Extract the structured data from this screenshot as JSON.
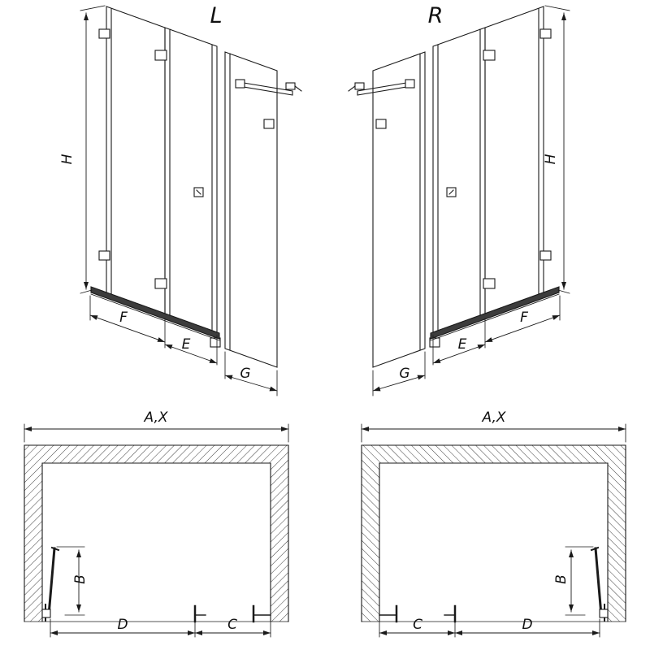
{
  "page": {
    "background": "#ffffff"
  },
  "diagram": {
    "elevations": {
      "left": {
        "title": "L"
      },
      "right": {
        "title": "R"
      },
      "labels": {
        "height": "H",
        "panel_f": "F",
        "panel_e": "E",
        "panel_g": "G"
      }
    },
    "plans": {
      "labels": {
        "total_width": "A,X",
        "door_projection": "B",
        "segment_c": "C",
        "segment_d": "D"
      }
    },
    "colors": {
      "line": "#1a1a1a",
      "profile_fill": "#3c3c3c",
      "background": "#ffffff"
    }
  }
}
